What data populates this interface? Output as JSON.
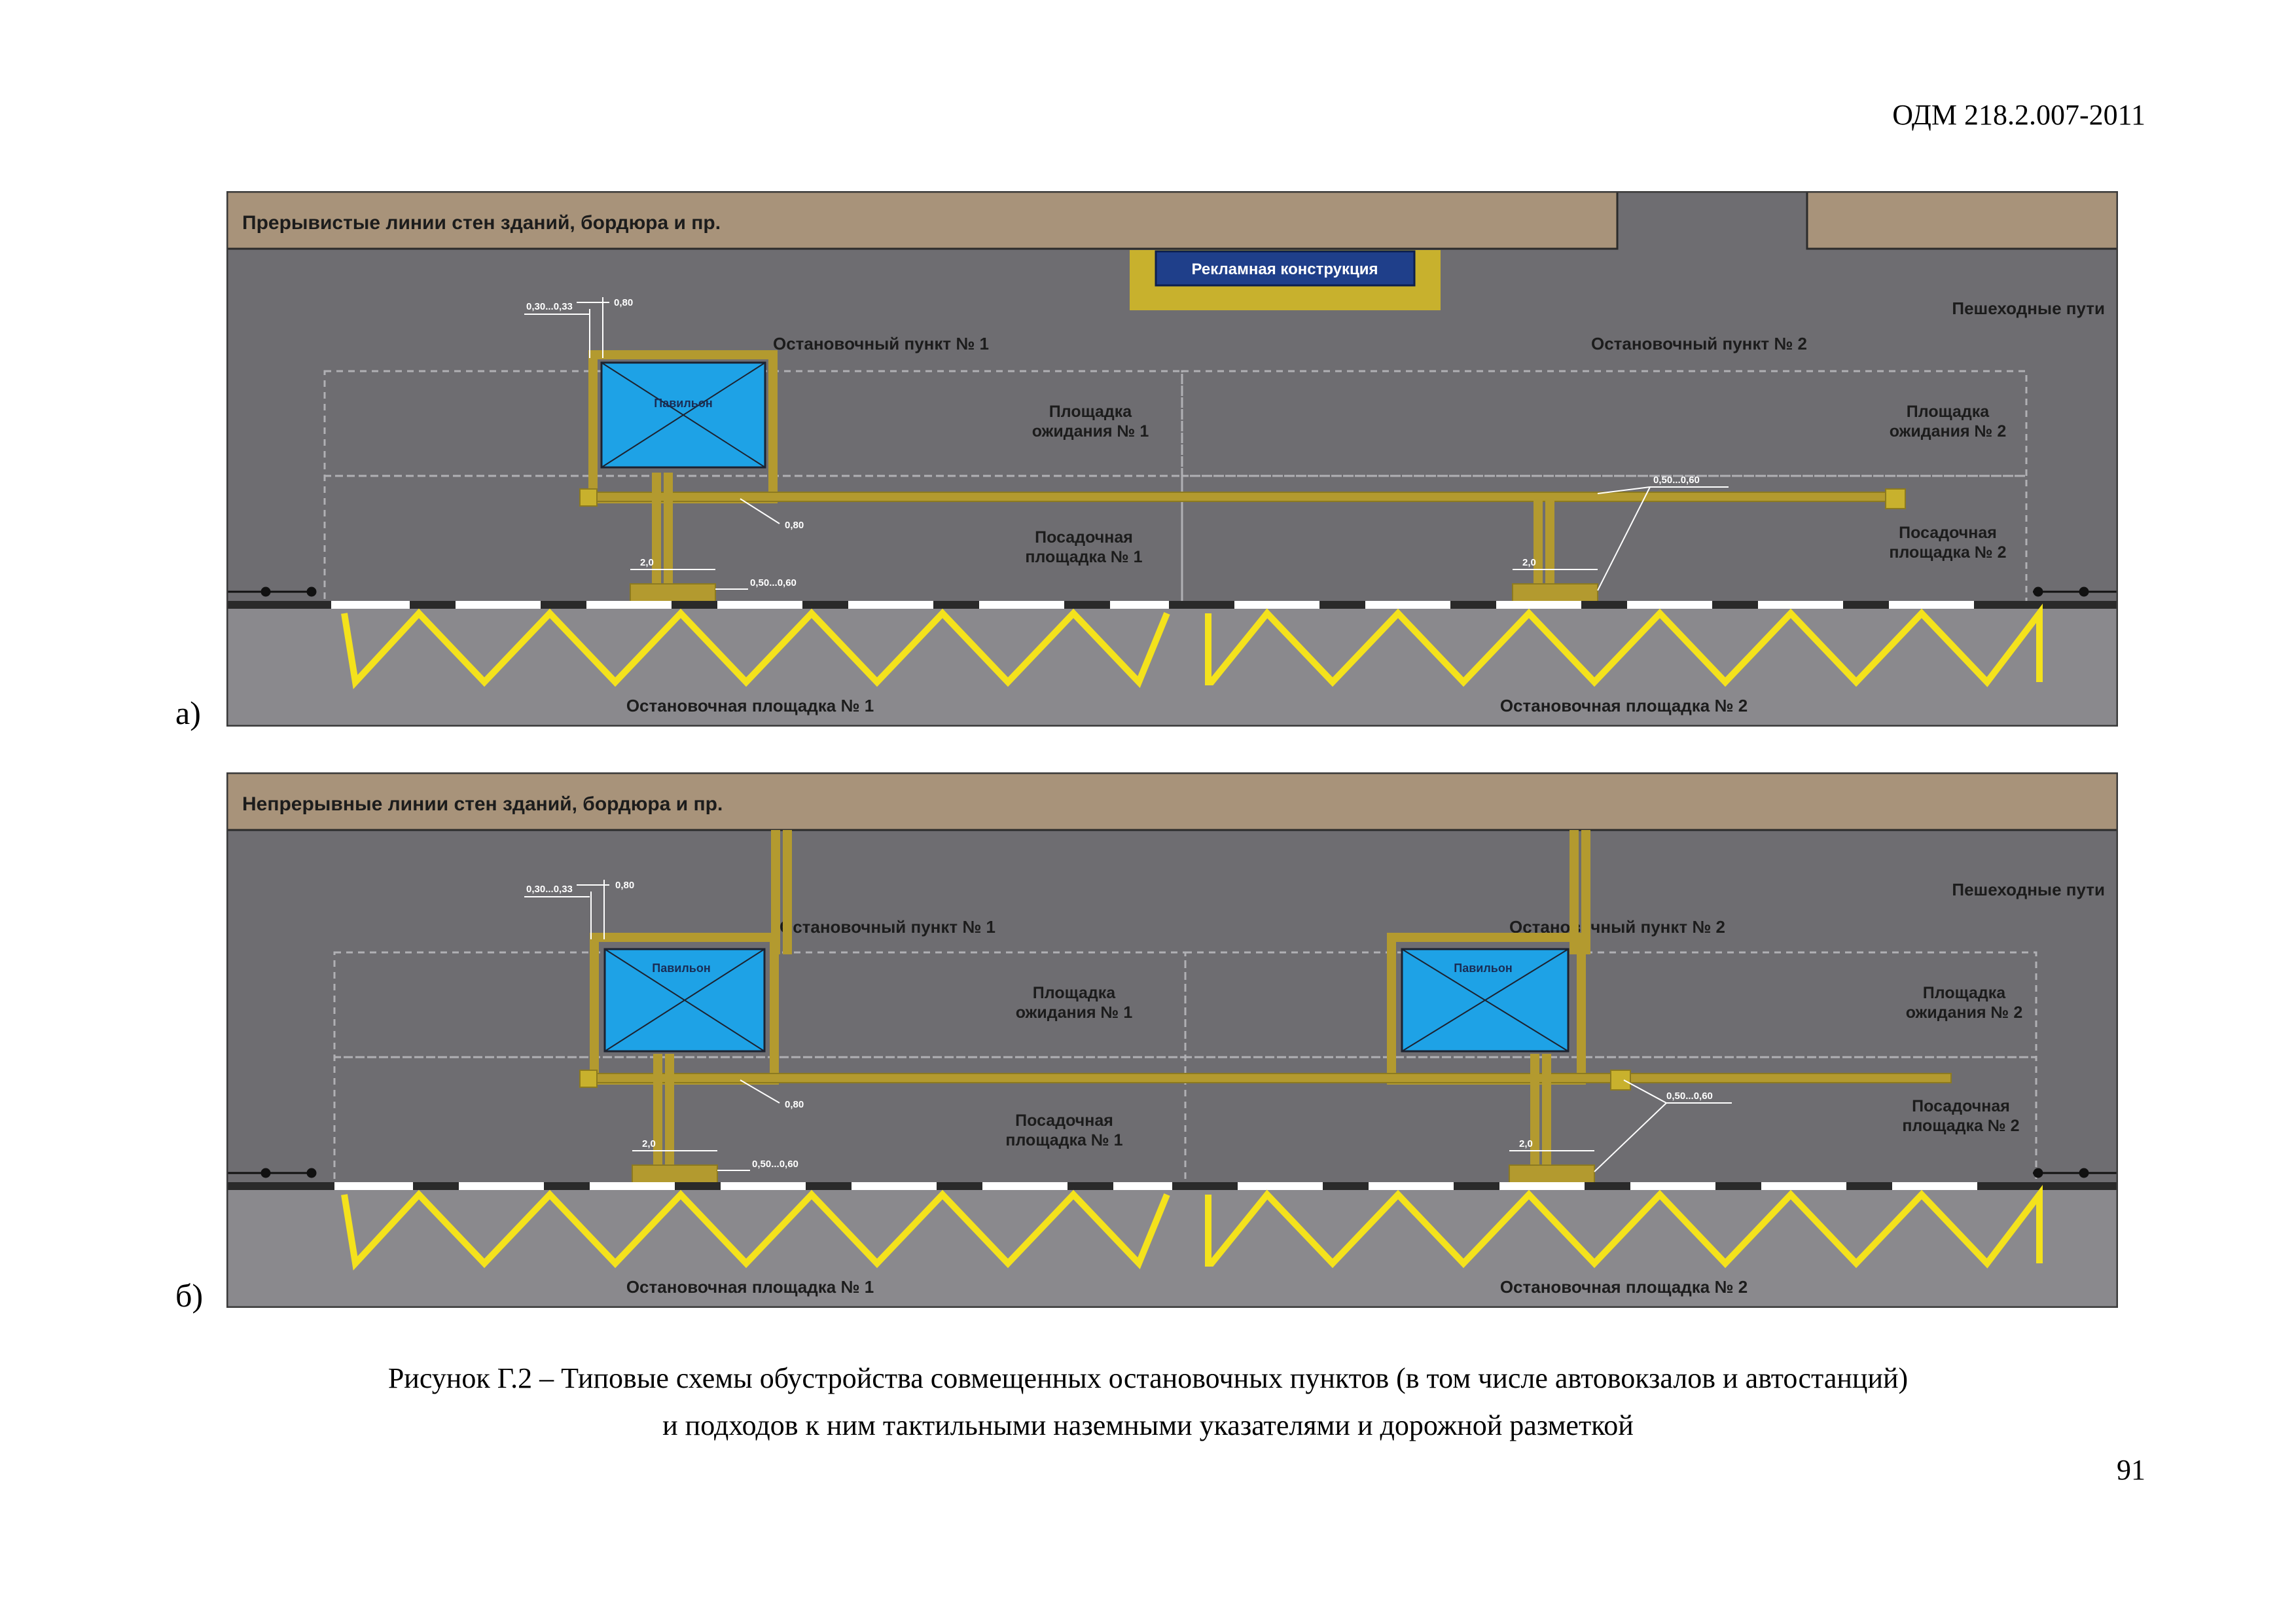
{
  "header": {
    "doc_code": "ОДМ 218.2.007-2011"
  },
  "page_number": "91",
  "panels": [
    {
      "id": "a",
      "label": "а)",
      "top_strip_title": "Прерывистые линии стен зданий, бордюра и пр.",
      "advertising_label": "Рекламная конструкция",
      "pedestrian_label": "Пешеходные пути",
      "stop_point_1": "Остановочный пункт № 1",
      "stop_point_2": "Остановочный пункт № 2",
      "waiting_1_l1": "Площадка",
      "waiting_1_l2": "ожидания № 1",
      "waiting_2_l1": "Площадка",
      "waiting_2_l2": "ожидания № 2",
      "boarding_1_l1": "Посадочная",
      "boarding_1_l2": "площадка № 1",
      "boarding_2_l1": "Посадочная",
      "boarding_2_l2": "площадка № 2",
      "stop_area_1": "Остановочная площадка № 1",
      "stop_area_2": "Остановочная площадка № 2",
      "pavilion_1": "Павильон",
      "dim_030_033": "0,30...0,33",
      "dim_080_top": "0,80",
      "dim_080_mid": "0,80",
      "dim_2_0_left": "2,0",
      "dim_2_0_right": "2,0",
      "dim_050_060_left": "0,50...0,60",
      "dim_050_060_right": "0,50...0,60"
    },
    {
      "id": "b",
      "label": "б)",
      "top_strip_title": "Непрерывные линии стен зданий, бордюра и пр.",
      "pedestrian_label": "Пешеходные пути",
      "stop_point_1": "Остановочный пункт № 1",
      "stop_point_2": "Остановочный пункт № 2",
      "waiting_1_l1": "Площадка",
      "waiting_1_l2": "ожидания № 1",
      "waiting_2_l1": "Площадка",
      "waiting_2_l2": "ожидания № 2",
      "boarding_1_l1": "Посадочная",
      "boarding_1_l2": "площадка № 1",
      "boarding_2_l1": "Посадочная",
      "boarding_2_l2": "площадка № 2",
      "stop_area_1": "Остановочная площадка № 1",
      "stop_area_2": "Остановочная площадка № 2",
      "pavilion_1": "Павильон",
      "pavilion_2": "Павильон",
      "dim_030_033": "0,30...0,33",
      "dim_080_top": "0,80",
      "dim_080_mid": "0,80",
      "dim_2_0_left": "2,0",
      "dim_2_0_right": "2,0",
      "dim_050_060_left": "0,50...0,60",
      "dim_050_060_right": "0,50...0,60"
    }
  ],
  "caption": {
    "line1": "Рисунок Г.2 – Типовые схемы обустройства совмещенных остановочных пунктов (в том числе автовокзалов и автостанций)",
    "line2": "и подходов к ним тактильными наземными указателями и дорожной разметкой"
  },
  "colors": {
    "building_strip": "#a8937a",
    "sidewalk": "#6e6d71",
    "roadway": "#8a898d",
    "tactile": "#b39a2f",
    "marking_yellow": "#f4e21c",
    "pavilion": "#1ea2e6"
  }
}
